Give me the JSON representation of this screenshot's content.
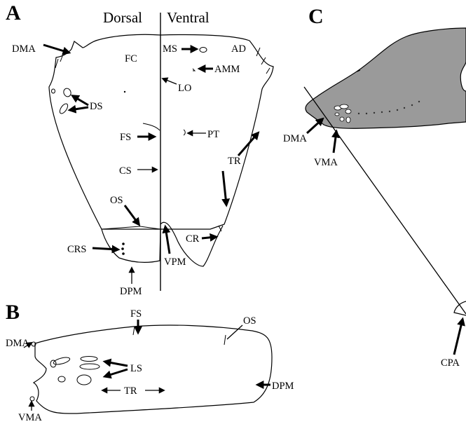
{
  "panels": {
    "a": {
      "letter": "A",
      "dorsal_title": "Dorsal",
      "ventral_title": "Ventral",
      "labels": {
        "dma": "DMA",
        "fc": "FC",
        "ms": "MS",
        "ad": "AD",
        "amm": "AMM",
        "lo": "LO",
        "ds": "DS",
        "fs": "FS",
        "pt": "PT",
        "cs": "CS",
        "tr": "TR",
        "os": "OS",
        "cr": "CR",
        "crs": "CRS",
        "vpm": "VPM",
        "dpm": "DPM"
      }
    },
    "b": {
      "letter": "B",
      "labels": {
        "fs": "FS",
        "os": "OS",
        "dma": "DMA",
        "ls": "LS",
        "tr": "TR",
        "dpm": "DPM",
        "vma": "VMA"
      }
    },
    "c": {
      "letter": "C",
      "labels": {
        "dma": "DMA",
        "vma": "VMA",
        "cpa": "CPA"
      }
    }
  },
  "colors": {
    "ink": "#000000",
    "shell_fill": "#9a9a9a",
    "background": "#ffffff"
  }
}
